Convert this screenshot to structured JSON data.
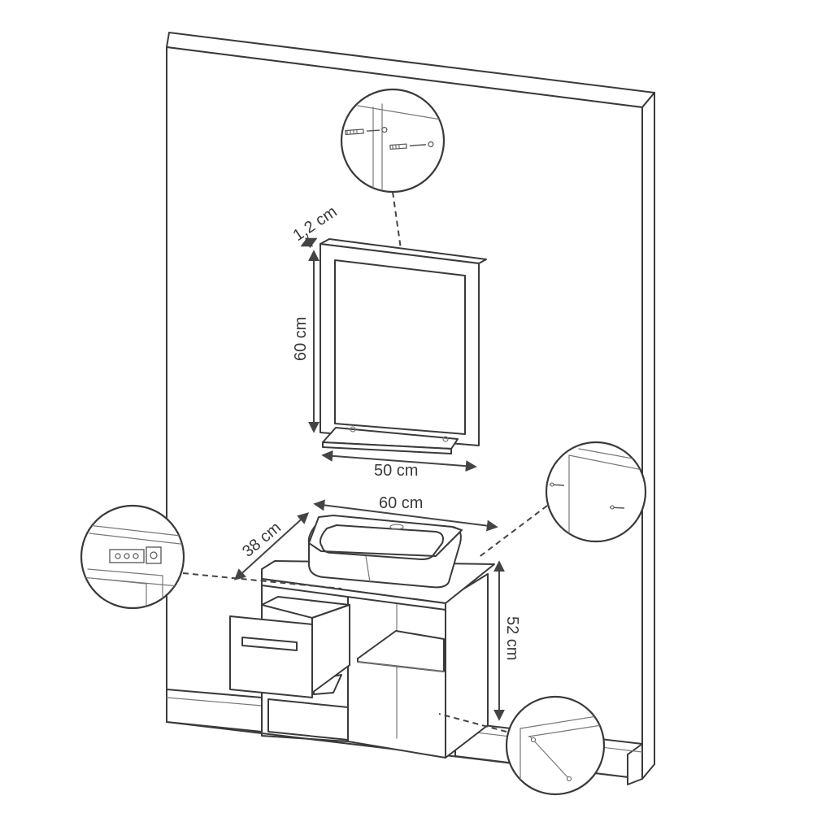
{
  "dimensions": {
    "mirror_depth": "1,2 cm",
    "mirror_height": "60 cm",
    "mirror_width": "50 cm",
    "cabinet_width": "60 cm",
    "cabinet_depth": "38 cm",
    "cabinet_height": "52 cm"
  },
  "detail_callouts": [
    {
      "name": "mirror-wall-screws",
      "icon": "screw-anchor-icon"
    },
    {
      "name": "cabinet-side-screws",
      "icon": "screw-anchor-icon"
    },
    {
      "name": "cabinet-bracket",
      "icon": "bracket-icon"
    },
    {
      "name": "cabinet-bottom-fixing",
      "icon": "hinge-icon"
    }
  ],
  "colors": {
    "line": "#3a3a3a",
    "background": "#ffffff"
  }
}
